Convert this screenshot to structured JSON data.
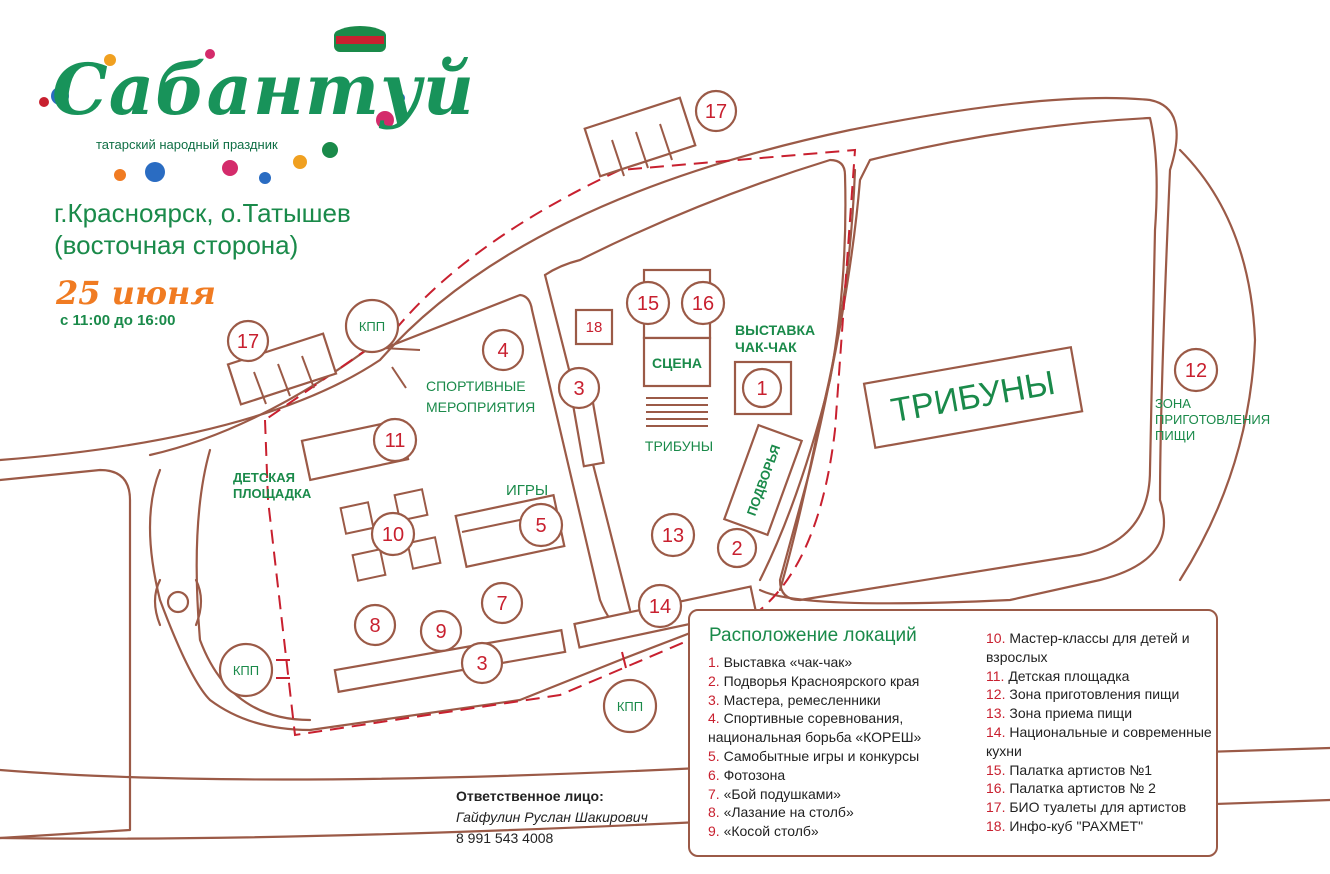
{
  "logo": {
    "title": "Сабантуй",
    "subtitle": "татарский народный праздник"
  },
  "location": {
    "line1": "г.Красноярск, о.Татышев",
    "line2": "(восточная сторона)"
  },
  "date": "25 июня",
  "time": "с 11:00 до 16:00",
  "map_labels": {
    "kpp": "КПП",
    "tribuny_big": "ТРИБУНЫ",
    "scena": "СЦЕНА",
    "tribuny_small": "ТРИБУНЫ",
    "podvorya": "ПОДВОРЬЯ",
    "vystavka_1": "ВЫСТАВКА",
    "vystavka_2": "ЧАК-ЧАК",
    "sport_1": "СПОРТИВНЫЕ",
    "sport_2": "МЕРОПРИЯТИЯ",
    "igry": "ИГРЫ",
    "detskaya_1": "ДЕТСКАЯ",
    "detskaya_2": "ПЛОЩАДКА",
    "zona_1": "ЗОНА",
    "zona_2": "ПРИГОТОВЛЕНИЯ",
    "zona_3": "ПИЩИ"
  },
  "markers": {
    "m1": "1",
    "m2": "2",
    "m3a": "3",
    "m3b": "3",
    "m4": "4",
    "m5": "5",
    "m7": "7",
    "m8": "8",
    "m9": "9",
    "m10": "10",
    "m11": "11",
    "m12": "12",
    "m13": "13",
    "m14": "14",
    "m15": "15",
    "m16": "16",
    "m17a": "17",
    "m17b": "17",
    "m18": "18"
  },
  "legend": {
    "title": "Расположение локаций",
    "left": [
      {
        "num": "1.",
        "text": "Выставка «чак-чак»"
      },
      {
        "num": "2.",
        "text": "Подворья Красноярского края"
      },
      {
        "num": "3.",
        "text": "Мастера, ремесленники"
      },
      {
        "num": "4.",
        "text": "Спортивные соревнования, национальная борьба «КОРЕШ»"
      },
      {
        "num": "5.",
        "text": "Самобытные игры и конкурсы"
      },
      {
        "num": "6.",
        "text": "Фотозона"
      },
      {
        "num": "7.",
        "text": "«Бой подушками»"
      },
      {
        "num": "8.",
        "text": "«Лазание на столб»"
      },
      {
        "num": "9.",
        "text": "«Косой столб»"
      }
    ],
    "right": [
      {
        "num": "10.",
        "text": "Мастер-классы для детей и взрослых"
      },
      {
        "num": "11.",
        "text": "Детская площадка"
      },
      {
        "num": "12.",
        "text": "Зона приготовления пищи"
      },
      {
        "num": "13.",
        "text": "Зона приема пищи"
      },
      {
        "num": "14.",
        "text": "Национальные и современные кухни"
      },
      {
        "num": "15.",
        "text": "Палатка артистов №1"
      },
      {
        "num": "16.",
        "text": "Палатка артистов № 2"
      },
      {
        "num": "17.",
        "text": "БИО туалеты для артистов"
      },
      {
        "num": "18.",
        "text": "Инфо-куб \"РАХМЕТ\""
      }
    ]
  },
  "contact": {
    "label": "Ответственное лицо:",
    "name": "Гайфулин Руслан Шакирович",
    "phone": "8 991 543 4008"
  },
  "colors": {
    "road": "#9b5a47",
    "green": "#1a8a4a",
    "red": "#c8202f",
    "orange": "#f07b22"
  }
}
